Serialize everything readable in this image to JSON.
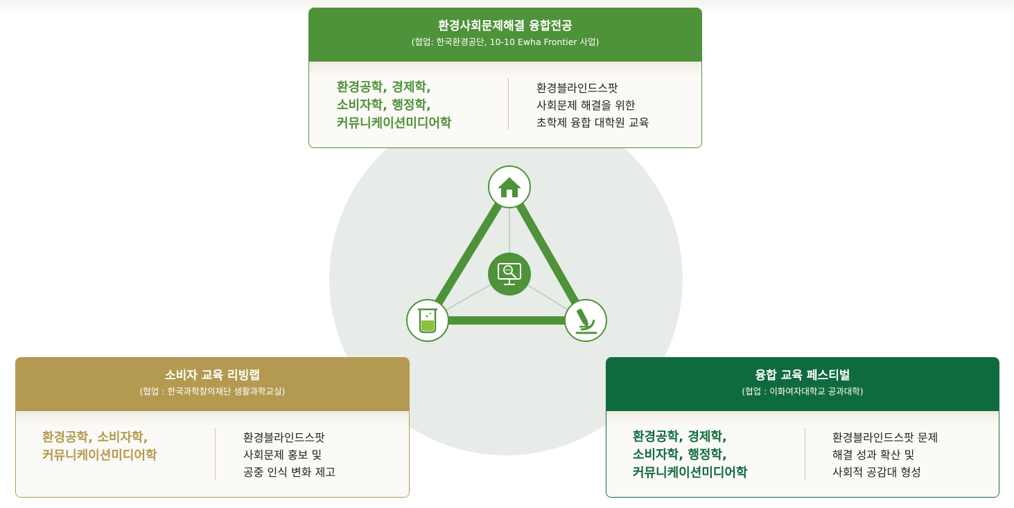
{
  "cards": {
    "top": {
      "title": "환경사회문제해결 융합전공",
      "subtitle": "(협업: 한국환경공단, 10-10 Ewha Frontier 사업)",
      "majors": "환경공학, 경제학,\n소비자학, 행정학,\n커뮤니케이션미디어학",
      "description": "환경블라인드스팟\n사회문제 해결을 위한\n초학제 융합 대학원 교육"
    },
    "left": {
      "title": "소비자 교육 리빙랩",
      "subtitle": "(협업 : 한국과학창의재단 생활과학교실)",
      "majors": "환경공학, 소비자학,\n커뮤니케이션미디어학",
      "description": "환경블라인드스팟\n사회문제 홍보 및\n공중 인식 변화 제고"
    },
    "right": {
      "title": "융합 교육 페스티벌",
      "subtitle": "(협업 : 이화여자대학교 공과대학)",
      "majors": "환경공학, 경제학,\n소비자학, 행정학,\n커뮤니케이션미디어학",
      "description": "환경블라인드스팟 문제\n해결 성과 확산 및\n사회적 공감대 형성"
    }
  },
  "colors": {
    "top": "#4e9239",
    "left": "#b39a50",
    "right": "#0f6b3e",
    "circle": "#e7ece8"
  },
  "icons": {
    "top": "house-icon",
    "center": "monitor-search-icon",
    "left": "beaker-icon",
    "right": "microscope-icon"
  }
}
